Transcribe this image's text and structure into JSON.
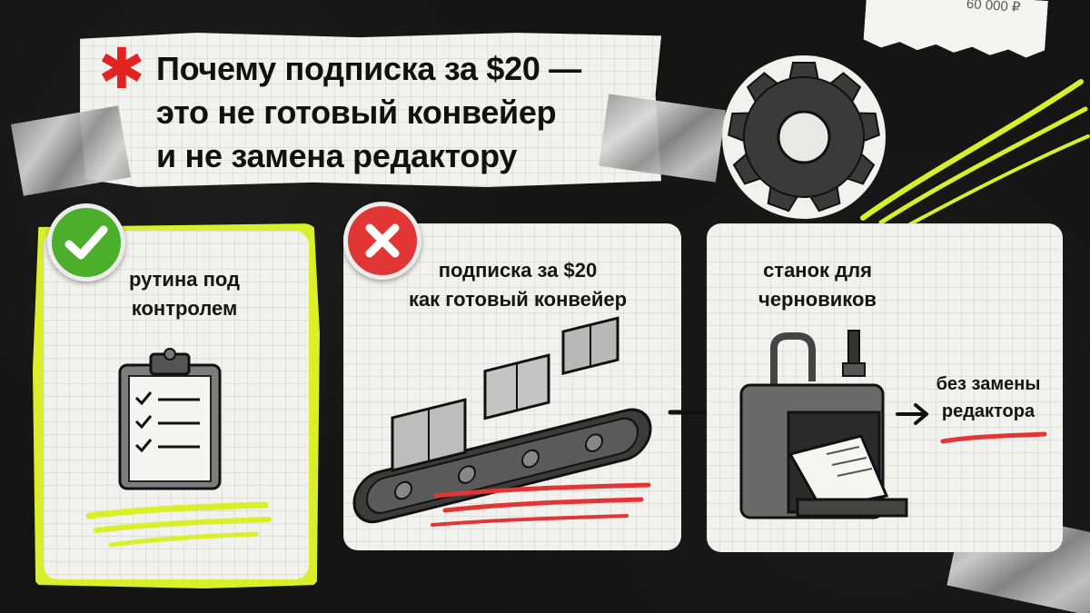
{
  "title": {
    "asterisk": "✱",
    "text": "Почему подписка за $20 —\nэто не готовый конвейер\nи не замена редактору"
  },
  "receipt": {
    "text": "60 000 ₽"
  },
  "panels": {
    "routine": {
      "label": "рутина под\nконтролем",
      "badge": "check-icon"
    },
    "subscription": {
      "label": "подписка за $20\nкак готовый конвейер",
      "badge": "cross-icon"
    },
    "machine": {
      "label": "станок для\nчерновиков"
    },
    "editor": {
      "label": "без замены\nредактора"
    }
  },
  "colors": {
    "accent_red": "#e23636",
    "accent_green": "#4caf2c",
    "highlight_lime": "#d8ef2a",
    "background": "#141414"
  }
}
